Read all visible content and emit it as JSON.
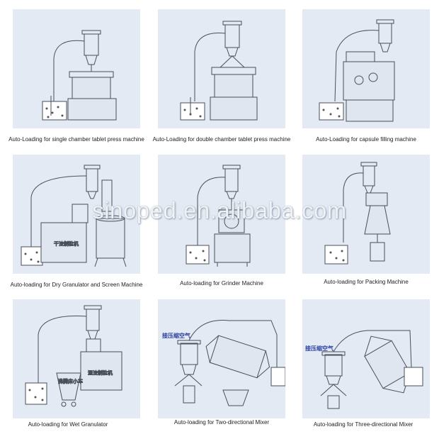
{
  "watermark": "sinoped.en.alibaba.com",
  "panels": [
    {
      "caption": "Auto-Loading for single chamber tablet press machine"
    },
    {
      "caption": "Auto-Loading for double chamber tablet press machine"
    },
    {
      "caption": "Auto-Loading for capsule filling machine"
    },
    {
      "caption": "Auto-loading for Dry Granulator and Screen Machine",
      "label_a": "干法制粒机"
    },
    {
      "caption": "Auto-loading for Grinder Machine"
    },
    {
      "caption": "Auto-loading for Packing Machine"
    },
    {
      "caption": "Auto-loading for Wet Granulator",
      "label_a": "湿法制粒机",
      "label_b": "沸腾床小车"
    },
    {
      "caption": "Auto-loading for Two-directional Mixer",
      "label_a": "接压缩空气"
    },
    {
      "caption": "Auto-loading for Three-directional Mixer",
      "label_a": "接压缩空气"
    }
  ],
  "colors": {
    "panel_bg": "#e3eaf3",
    "line": "#4a4f58",
    "cn_label": "#2a3fa0"
  }
}
